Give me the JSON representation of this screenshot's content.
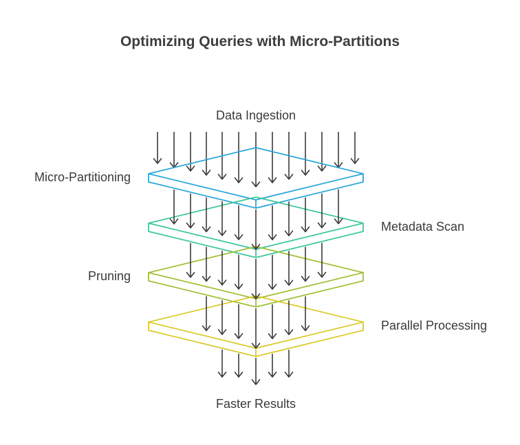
{
  "title": "Optimizing Queries with Micro-Partitions",
  "top_label": "Data Ingestion",
  "bottom_label": "Faster Results",
  "layers": [
    {
      "label": "Micro-Partitioning",
      "side": "left",
      "color": "#29a7d8"
    },
    {
      "label": "Metadata Scan",
      "side": "right",
      "color": "#3cc79a"
    },
    {
      "label": "Pruning",
      "side": "left",
      "color": "#9fc137"
    },
    {
      "label": "Parallel Processing",
      "side": "right",
      "color": "#dcc92b"
    }
  ],
  "colors": {
    "arrow": "#3a3a3a",
    "text": "#3a3a3a"
  }
}
